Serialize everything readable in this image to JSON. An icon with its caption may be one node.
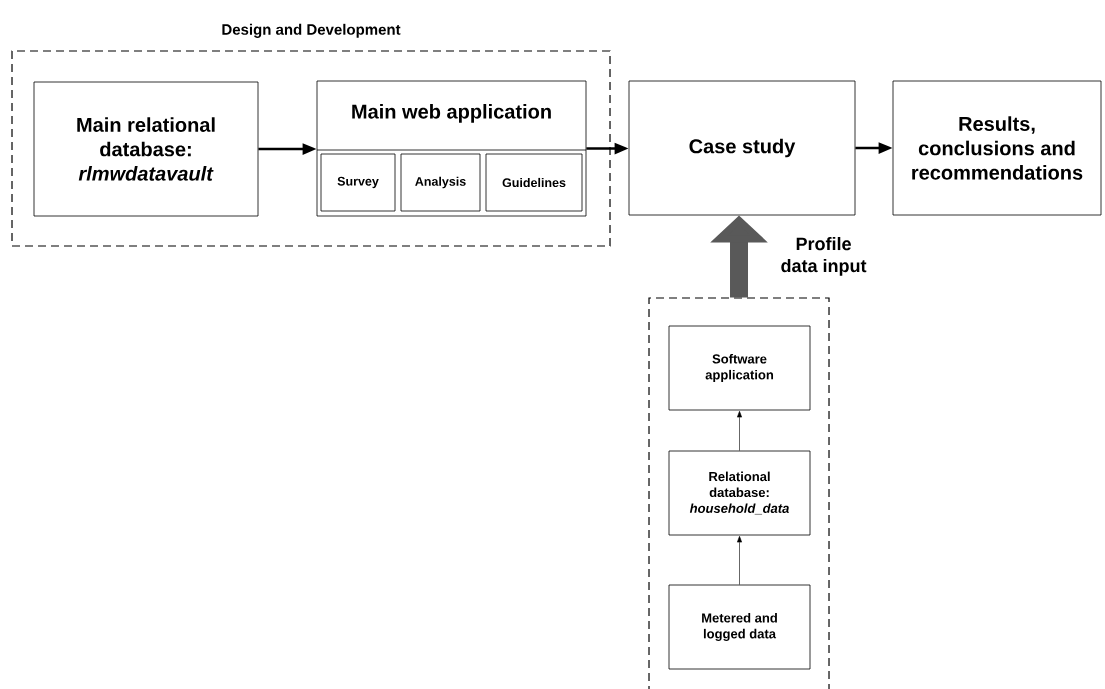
{
  "diagram": {
    "nodes": [
      {
        "text": [
          "Design and Development"
        ]
      },
      {
        "text": [
          "Main relational database: *rlmwdatavault*"
        ],
        "in": 0
      },
      {
        "text": [
          "Main web application"
        ],
        "in": 0
      },
      {
        "text": [
          "Survey"
        ],
        "in": 2
      },
      {
        "text": [
          "Analysis"
        ],
        "in": 2
      },
      {
        "text": [
          "Guidelines"
        ],
        "in": 2
      },
      {
        "text": [
          "Case study"
        ]
      },
      {
        "text": [
          "Results, conclusions and recommendations"
        ]
      },
      {
        "text": [],
        "shape": "box"
      },
      {
        "text": [
          "Software application"
        ],
        "in": 8
      },
      {
        "text": [
          "Relational database: *household_data*"
        ],
        "in": 8
      },
      {
        "text": [
          "Metered and logged data"
        ],
        "in": 8
      }
    ],
    "edges": [
      {
        "from": 1,
        "to": 2,
        "arrow": "to"
      },
      {
        "from": 2,
        "to": 6,
        "arrow": "to"
      },
      {
        "from": 6,
        "to": 7,
        "arrow": "to"
      },
      {
        "from": 8,
        "to": 6,
        "arrow": "to",
        "style": "thick",
        "color": "#595959",
        "label": "Profile data input"
      },
      {
        "from": 11,
        "to": 10,
        "arrow": "to"
      },
      {
        "from": 10,
        "to": 9,
        "arrow": "to"
      }
    ]
  }
}
